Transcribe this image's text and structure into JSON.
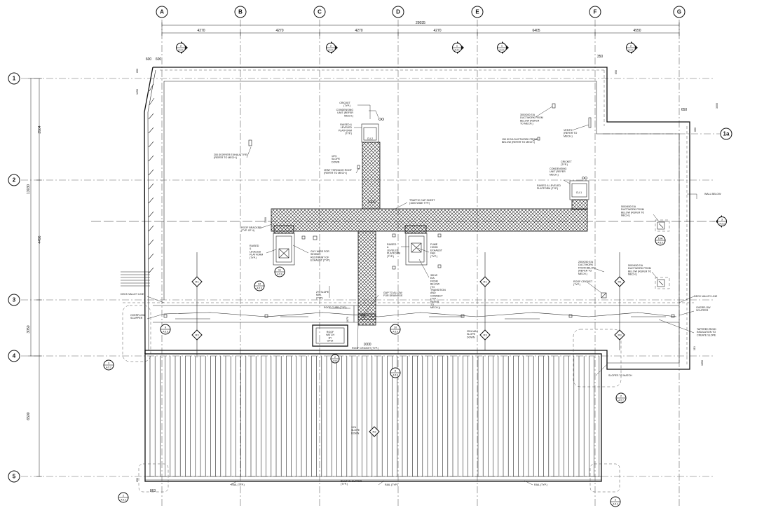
{
  "colors": {
    "line": "#111111",
    "grid": "#666666",
    "background": "#ffffff"
  },
  "grid_columns": [
    {
      "label": "A"
    },
    {
      "label": "B"
    },
    {
      "label": "C"
    },
    {
      "label": "D"
    },
    {
      "label": "E"
    },
    {
      "label": "F"
    },
    {
      "label": "G"
    }
  ],
  "grid_rows": [
    {
      "label": "1"
    },
    {
      "label": "1a"
    },
    {
      "label": "2"
    },
    {
      "label": "3"
    },
    {
      "label": "4"
    },
    {
      "label": "5"
    }
  ],
  "dimensions": {
    "overall": "28035",
    "spans": [
      "4270",
      "4270",
      "4270",
      "4270",
      "6405",
      "4550"
    ],
    "left_side": [
      "3504",
      "13030",
      "4496",
      "3050",
      "6500"
    ],
    "misc": [
      "600",
      "600",
      "650",
      "1250",
      "350",
      "650",
      "3000",
      "650",
      "650",
      "1000",
      "1000",
      "1670",
      "113",
      "863",
      "650",
      "1000",
      "1950"
    ]
  },
  "section_marks": {
    "top": [
      {
        "num": "2",
        "sheet": "A-2.1"
      },
      {
        "num": "2",
        "sheet": "A-2.1"
      },
      {
        "num": "1",
        "sheet": "A-2.1"
      },
      {
        "num": "1",
        "sheet": "A-2.1"
      },
      {
        "num": "2",
        "sheet": "A-2.1"
      }
    ],
    "right": {
      "num": "3",
      "sheet": "A-2.2"
    }
  },
  "details": [
    {
      "num": "12",
      "sheet": "A-5.6"
    },
    {
      "num": "11",
      "sheet": "A-5.6"
    },
    {
      "num": "10A",
      "sheet": "A-5.6"
    },
    {
      "num": "9",
      "sheet": "A-5.6"
    },
    {
      "num": "10",
      "sheet": "A-5.6"
    },
    {
      "num": "8",
      "sheet": "A-5.6"
    },
    {
      "num": "3",
      "sheet": "A-5.2"
    },
    {
      "num": "2",
      "sheet": "A-5.2"
    },
    {
      "num": "2",
      "sheet": "A-5.2"
    },
    {
      "num": "2",
      "sheet": "A-5.2"
    },
    {
      "num": "2",
      "sheet": "A-5.6"
    }
  ],
  "roof_tags": [
    "R1",
    "R1",
    "R1",
    "R3",
    "R3",
    "R3",
    "R2"
  ],
  "equipment": {
    "cu2": "CU-2",
    "cu1": "CU-1"
  },
  "notes": {
    "cricket_typ": "CRICKET (TYP.)",
    "condensing_unit_top": "CONDENSING UNIT (REFER MECH.)",
    "raised_platform_top": "RAISED & LEVELED PLATFORM (TYP.)",
    "slope_down_top": "10% SLOPE DOWN",
    "vent_through_roof": "VENT THROUGH ROOF (REFER TO MECH.)",
    "dryer_exhaust": "200 Ø DRYER EXHAUST F/E (REFER TO MECH.)",
    "traffic_cap_sheet": "TRAFFIC CAP SHEET (1000 WIDE TYP.)",
    "roof_bracker": "ROOF BRACKER (TYP. OF 4)",
    "raised_platform_left": "RAISED & LEVELED PLATFORM (TYP.)",
    "guy_wire": "GUY WIRE FOR SEISMIC RESTRAINT OF EXHAUST (TYP.)",
    "raised_platform_mid": "RAISED & LEVELED PLATFORM (TYP.)",
    "fume_hood": "FUME HOOD EXHAUST FAN (TYP.)",
    "duct_transition": "350 Ø E/A FROM BELOW (TO TRANSITION AND CONNECT (TYP. - REFER TO MECH.))",
    "slope_2": "2% SLOPE MIN. (TYP.)",
    "deck_valley_left": "DECK VALLEY LINE",
    "overflow_left": "OVERFLOW SCUPPER",
    "roof_curb": "ROOF CURB (TYP.)",
    "gap_drainage": "GAP TO ALLOW FOR DRAINAGE",
    "roof_hatch": "ROOF HATCH BY OFOI",
    "roof_cricket_bottom": "ROOF CRICKET (TYP.)",
    "slope_25": "25% MAX SLOPE DOWN",
    "slope_10_bottom": "10% SLOPE DOWN",
    "duct_300_top": "300X200 E/A DUCTWORK FROM BELOW (REFER TO MECH.)",
    "duct_150": "150 Ø E/A DUCTWORK FROM BELOW (REFER TO MECH.)",
    "vents": "VENTS (REFER TO MECH.)",
    "cricket_right": "CRICKET (TYP.)",
    "condensing_unit_right": "CONDENSING UNIT (REFER MECH.)",
    "raised_platform_right": "RAISED & LEVELED PLATFORM (TYP.)",
    "wall_below": "WALL BELOW",
    "duct_500": "500X450 E/A DUCTWORK FROM BELOW (REFER TO MECH.)",
    "duct_250": "250X250 E/A DUCTWORK FROM BELOW (REFER TO MECH.)",
    "duct_500b": "500X450 E/A DUCTWORK FROM BELOW (REFER TO MECH.)",
    "roof_cricket_right": "ROOF CRICKET (TYP.)",
    "deck_valley_right": "DECK VALLEY LINE",
    "overflow_right": "OVERFLOW SCUPPER",
    "tapered_insulation": "TAPERED RIGID INSULATION TO CREATE SLOPE",
    "slopes_to_match": "SLOPES TO MATCH",
    "rail1": "RAIL (TYP.)",
    "gutter": "BUILT-IN GUTTER (TYP.)",
    "rail2": "RAIL (TYP.)",
    "rail3": "RAIL (TYP.)"
  }
}
